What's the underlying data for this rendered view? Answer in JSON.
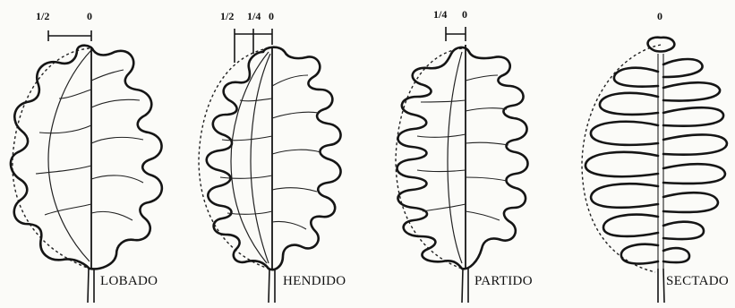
{
  "figure": {
    "leaves": [
      {
        "name": "LOBADO",
        "depth_fraction": 0.5,
        "scale_labels": [
          "1/2",
          "0"
        ]
      },
      {
        "name": "HENDIDO",
        "depth_fraction": 0.75,
        "scale_labels": [
          "1/2",
          "1/4",
          "0"
        ]
      },
      {
        "name": "PARTIDO",
        "depth_fraction": 0.9,
        "scale_labels": [
          "1/4",
          "0"
        ]
      },
      {
        "name": "SECTADO",
        "depth_fraction": 1.0,
        "scale_labels": [
          "0"
        ]
      }
    ]
  }
}
